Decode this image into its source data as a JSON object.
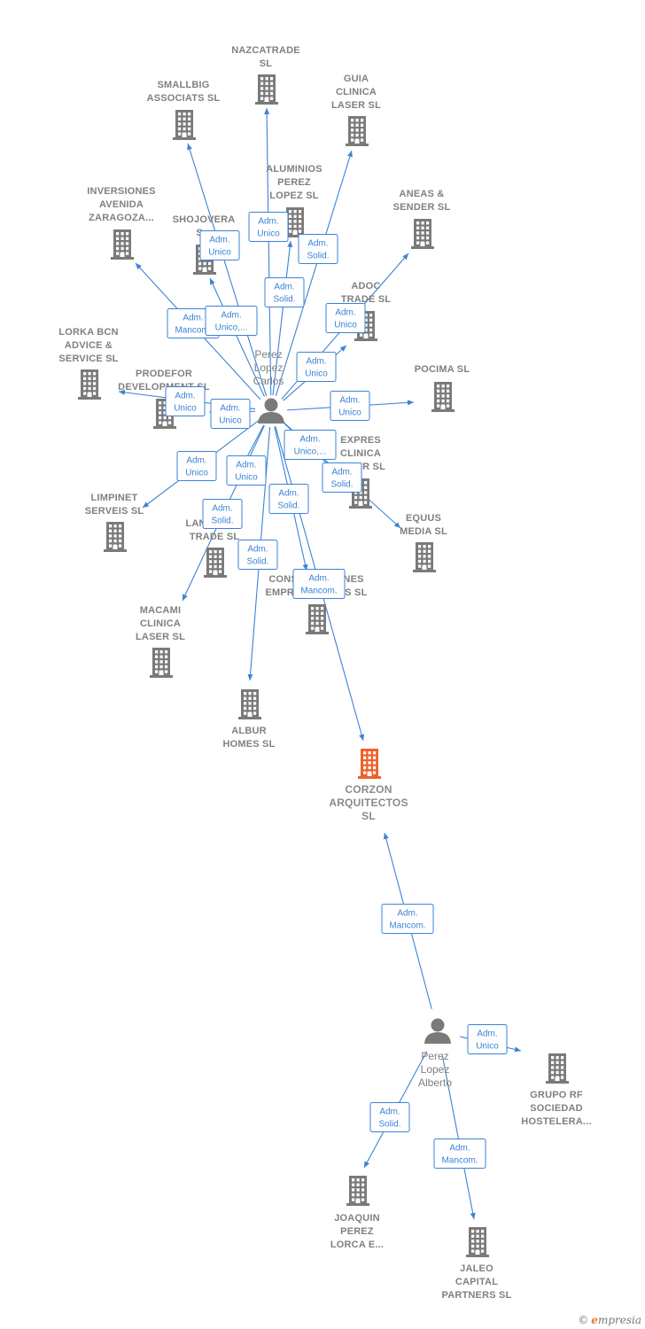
{
  "colors": {
    "edge": "#3b83d6",
    "building": "#7a7a7a",
    "focus_building": "#f0602a",
    "person": "#7a7a7a",
    "label": "#808080"
  },
  "persons": [
    {
      "id": "p1",
      "lines": [
        "Perez",
        "Lopez",
        "Carlos"
      ]
    },
    {
      "id": "p2",
      "lines": [
        "Perez",
        "Lopez",
        "Alberto"
      ]
    }
  ],
  "companies": [
    {
      "id": "nazcatrade",
      "lines": [
        "NAZCATRADE",
        "SL"
      ]
    },
    {
      "id": "smallbig",
      "lines": [
        "SMALLBIG",
        "ASSOCIATS SL"
      ]
    },
    {
      "id": "guia",
      "lines": [
        "GUIA",
        "CLINICA",
        "LASER  SL"
      ]
    },
    {
      "id": "aluminios",
      "lines": [
        "ALUMINIOS",
        "PEREZ",
        "LOPEZ SL"
      ]
    },
    {
      "id": "inversiones",
      "lines": [
        "INVERSIONES",
        "AVENIDA",
        "ZARAGOZA..."
      ]
    },
    {
      "id": "shojovera",
      "lines": [
        "SHOJOVERA",
        "S..."
      ]
    },
    {
      "id": "aneas",
      "lines": [
        "ANEAS &",
        "SENDER  SL"
      ]
    },
    {
      "id": "adoc",
      "lines": [
        "ADOC",
        "TRADE SL"
      ]
    },
    {
      "id": "lorka",
      "lines": [
        "LORKA BCN",
        "ADVICE &",
        "SERVICE  SL"
      ]
    },
    {
      "id": "prodefor",
      "lines": [
        "PRODEFOR",
        "DEVELOPMENT SL"
      ]
    },
    {
      "id": "pocima",
      "lines": [
        "POCIMA SL"
      ]
    },
    {
      "id": "expres",
      "lines": [
        "EXPRES",
        "CLINICA",
        "LASER SL"
      ]
    },
    {
      "id": "limpinet",
      "lines": [
        "LIMPINET",
        "SERVEIS SL"
      ]
    },
    {
      "id": "landtrade",
      "lines": [
        "LANDMARK",
        "TRADE SL"
      ]
    },
    {
      "id": "equus",
      "lines": [
        "EQUUS",
        "MEDIA  SL"
      ]
    },
    {
      "id": "construcciones",
      "lines": [
        "CONSTRUCCIONES",
        "EMPRESARIALES SL"
      ]
    },
    {
      "id": "macami",
      "lines": [
        "MACAMI",
        "CLINICA",
        "LASER SL"
      ]
    },
    {
      "id": "albur",
      "lines": [
        "ALBUR",
        "HOMES  SL"
      ]
    },
    {
      "id": "corzon",
      "lines": [
        "CORZON",
        "ARQUITECTOS",
        "SL"
      ],
      "focus": true
    },
    {
      "id": "gruporf",
      "lines": [
        "GRUPO RF",
        "SOCIEDAD",
        "HOSTELERA..."
      ]
    },
    {
      "id": "joaquin",
      "lines": [
        "JOAQUIN",
        "PEREZ",
        "LORCA E..."
      ]
    },
    {
      "id": "jaleo",
      "lines": [
        "JALEO",
        "CAPITAL",
        "PARTNERS  SL"
      ]
    }
  ],
  "relations": [
    {
      "from": "p1",
      "to": "nazcatrade",
      "label": [
        "Adm.",
        "Unico"
      ]
    },
    {
      "from": "p1",
      "to": "smallbig",
      "label": [
        "Adm.",
        "Unico"
      ]
    },
    {
      "from": "p1",
      "to": "guia",
      "label": [
        "Adm.",
        "Solid."
      ]
    },
    {
      "from": "p1",
      "to": "aluminios",
      "label": [
        "Adm.",
        "Solid."
      ]
    },
    {
      "from": "p1",
      "to": "inversiones",
      "label": [
        "Adm.",
        "Mancom."
      ]
    },
    {
      "from": "p1",
      "to": "shojovera",
      "label": [
        "Adm.",
        "Unico,..."
      ]
    },
    {
      "from": "p1",
      "to": "aneas",
      "label": [
        "Adm.",
        "Unico"
      ]
    },
    {
      "from": "p1",
      "to": "adoc",
      "label": [
        "Adm.",
        "Unico"
      ]
    },
    {
      "from": "p1",
      "to": "lorka",
      "label": [
        "Adm.",
        "Unico"
      ]
    },
    {
      "from": "p1",
      "to": "prodefor",
      "label": [
        "Adm.",
        "Unico"
      ]
    },
    {
      "from": "p1",
      "to": "pocima",
      "label": [
        "Adm.",
        "Unico"
      ]
    },
    {
      "from": "p1",
      "to": "expres",
      "label": [
        "Adm.",
        "Unico,..."
      ]
    },
    {
      "from": "p1",
      "to": "equus",
      "label": [
        "Adm.",
        "Solid."
      ]
    },
    {
      "from": "p1",
      "to": "limpinet",
      "label": [
        "Adm.",
        "Unico"
      ]
    },
    {
      "from": "p1",
      "to": "landtrade",
      "label": [
        "Adm.",
        "Unico"
      ]
    },
    {
      "from": "p1",
      "to": "construcciones",
      "label": [
        "Adm.",
        "Solid."
      ]
    },
    {
      "from": "p1",
      "to": "macami",
      "label": [
        "Adm.",
        "Solid."
      ]
    },
    {
      "from": "p1",
      "to": "albur",
      "label": [
        "Adm.",
        "Solid."
      ]
    },
    {
      "from": "p1",
      "to": "corzon",
      "label": [
        "Adm.",
        "Mancom."
      ]
    },
    {
      "from": "p2",
      "to": "corzon",
      "label": [
        "Adm.",
        "Mancom."
      ]
    },
    {
      "from": "p2",
      "to": "gruporf",
      "label": [
        "Adm.",
        "Unico"
      ]
    },
    {
      "from": "p2",
      "to": "joaquin",
      "label": [
        "Adm.",
        "Solid."
      ]
    },
    {
      "from": "p2",
      "to": "jaleo",
      "label": [
        "Adm.",
        "Mancom."
      ]
    }
  ],
  "footer": {
    "copyright": "©",
    "brand_e": "e",
    "brand_rest": "mpresia"
  }
}
